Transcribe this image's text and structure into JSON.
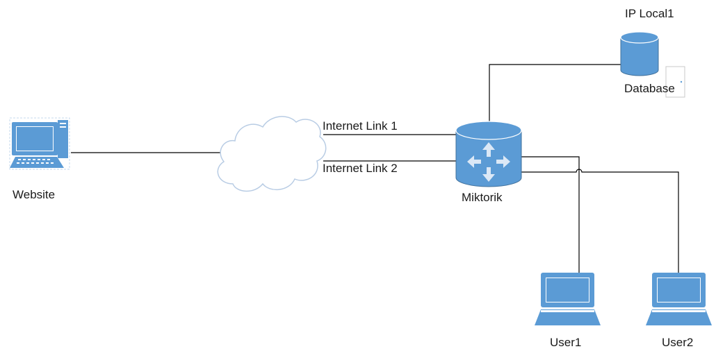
{
  "nodes": {
    "website": {
      "label": "Website"
    },
    "cloud": {
      "label": ""
    },
    "router": {
      "label": "Miktorik"
    },
    "database": {
      "label": "Database",
      "top_label": "IP Local1"
    },
    "user1": {
      "label": "User1"
    },
    "user2": {
      "label": "User2"
    }
  },
  "links": {
    "internet_link_1": "Internet Link 1",
    "internet_link_2": "Internet Link 2"
  },
  "colors": {
    "icon_fill": "#5b9bd5",
    "icon_stroke": "#41719c",
    "line": "#000000"
  }
}
